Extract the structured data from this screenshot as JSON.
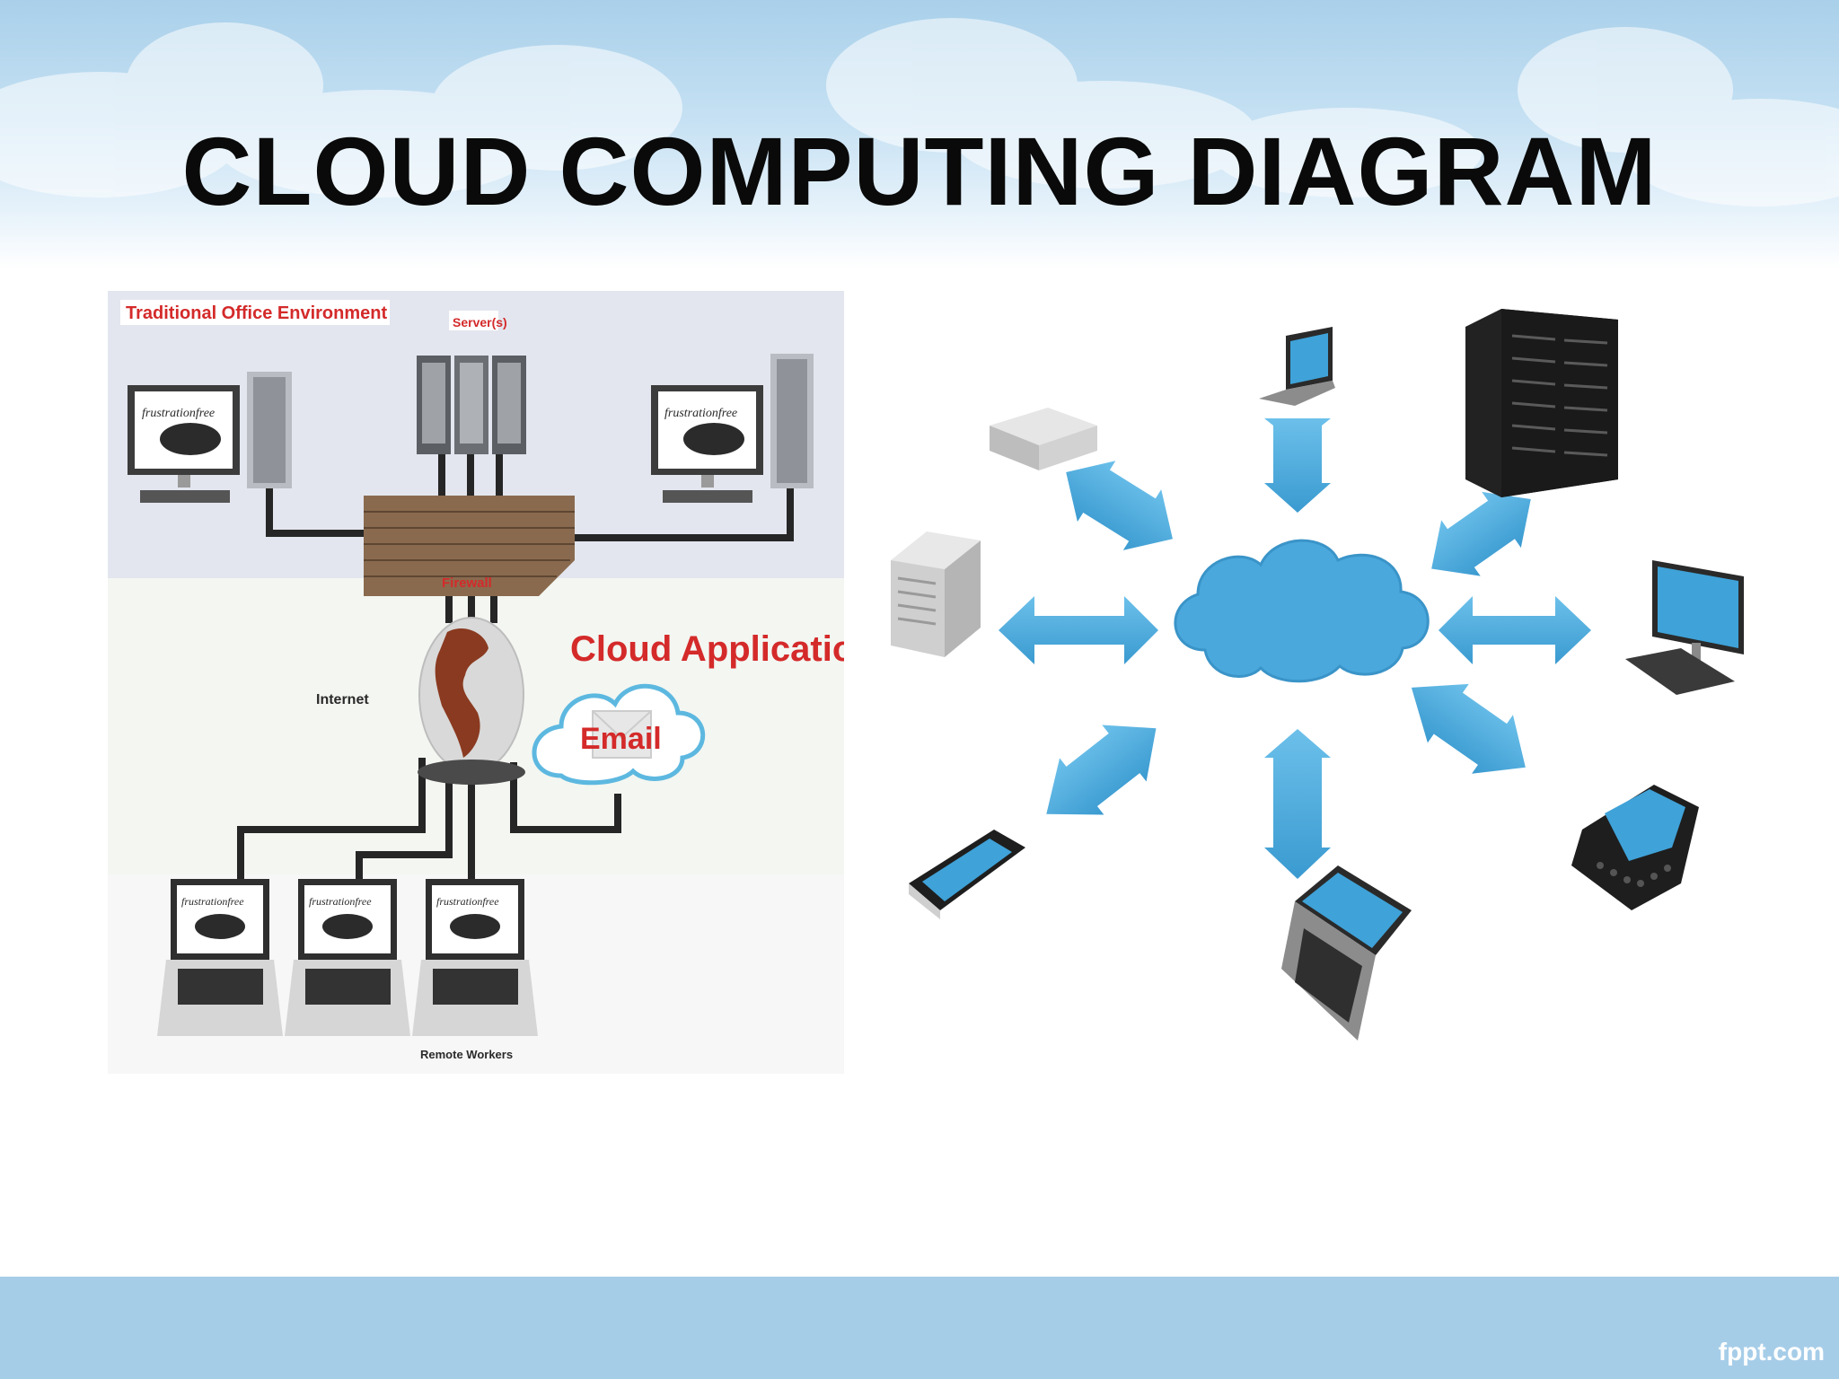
{
  "slide": {
    "title": "CLOUD COMPUTING DIAGRAM",
    "watermark": "fppt.com"
  },
  "left_diagram": {
    "office_label": "Traditional Office Environment",
    "servers_label": "Server(s)",
    "firewall_label": "Firewall",
    "internet_label": "Internet",
    "cloud_app_label": "Cloud Application",
    "email_label": "Email",
    "remote_label": "Remote Workers",
    "screen_logo": "frustrationfree"
  },
  "right_diagram": {
    "hub": "cloud-icon",
    "nodes": [
      "storage-device-icon",
      "laptop-icon",
      "server-rack-icon",
      "tower-server-icon",
      "desktop-monitor-icon",
      "smartphone-icon",
      "laptop-icon",
      "blackberry-phone-icon"
    ]
  },
  "colors": {
    "sky": "#a9d0ea",
    "footer_band": "#a6cde8",
    "cloud_blue": "#4aa8dc",
    "accent_red": "#d42a2a"
  }
}
